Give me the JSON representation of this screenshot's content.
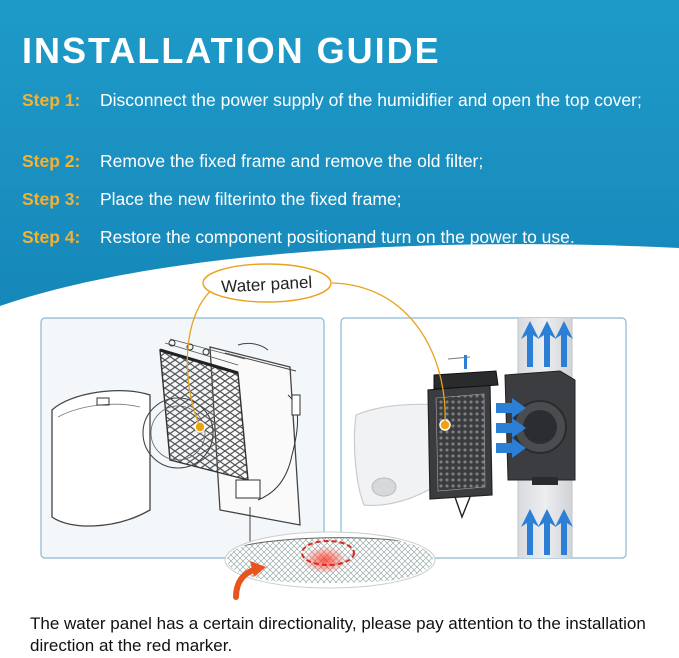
{
  "header": {
    "title": "INSTALLATION GUIDE"
  },
  "steps": [
    {
      "label": "Step 1:",
      "text": "Disconnect the power supply of the humidifier and open the top cover;"
    },
    {
      "label": "Step 2:",
      "text": "Remove the fixed frame and remove the old filter;"
    },
    {
      "label": "Step 3:",
      "text": "Place the new filterinto the fixed frame;"
    },
    {
      "label": "Step 4:",
      "text": "Restore the component positionand turn on the power to use."
    }
  ],
  "callout": {
    "label": "Water panel"
  },
  "note": {
    "text": "The water panel has a certain directionality, please pay attention to the installation direction at the red marker."
  },
  "colors": {
    "hero_blue": "#1a8fc0",
    "step_label": "#f2b233",
    "callout_line": "#e8a21c",
    "flow_arrow": "#2b7fd4",
    "marker_red": "#e0281e",
    "pointer_orange": "#e8541e"
  }
}
